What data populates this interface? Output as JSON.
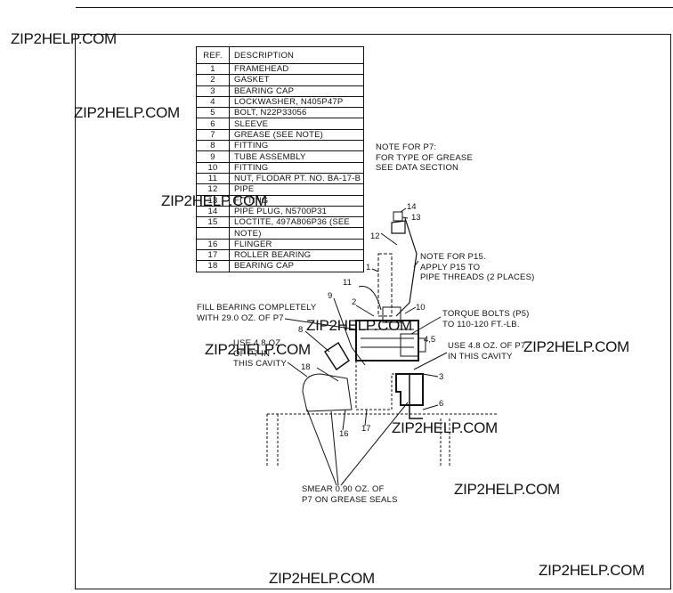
{
  "table": {
    "header": {
      "ref": "REF.",
      "desc": "DESCRIPTION"
    },
    "rows": [
      {
        "ref": "1",
        "desc": "FRAMEHEAD"
      },
      {
        "ref": "2",
        "desc": "GASKET"
      },
      {
        "ref": "3",
        "desc": "BEARING CAP"
      },
      {
        "ref": "4",
        "desc": "LOCKWASHER, N405P47P"
      },
      {
        "ref": "5",
        "desc": "BOLT, N22P33056"
      },
      {
        "ref": "6",
        "desc": "SLEEVE"
      },
      {
        "ref": "7",
        "desc": "GREASE (SEE NOTE)"
      },
      {
        "ref": "8",
        "desc": "FITTING"
      },
      {
        "ref": "9",
        "desc": "TUBE ASSEMBLY"
      },
      {
        "ref": "10",
        "desc": "FITTING"
      },
      {
        "ref": "11",
        "desc": "NUT, FLODAR PT. NO. BA-17-B"
      },
      {
        "ref": "12",
        "desc": "PIPE"
      },
      {
        "ref": "13",
        "desc": "FITTING"
      },
      {
        "ref": "14",
        "desc": "PIPE PLUG, N5700P31"
      },
      {
        "ref": "15",
        "desc": "LOCTITE, 497A806P36 (SEE"
      },
      {
        "ref": "",
        "desc": "NOTE)"
      },
      {
        "ref": "16",
        "desc": "FLINGER"
      },
      {
        "ref": "17",
        "desc": "ROLLER BEARING"
      },
      {
        "ref": "18",
        "desc": "BEARING CAP"
      }
    ]
  },
  "notes": {
    "p7": [
      "NOTE FOR P7:",
      "FOR TYPE OF GREASE",
      "SEE DATA SECTION"
    ],
    "p15": [
      "NOTE FOR P15.",
      "APPLY P15 TO",
      "PIPE THREADS (2 PLACES)"
    ],
    "fill_bearing": [
      "FILL BEARING COMPLETELY",
      "WITH 29.0 OZ. OF P7"
    ],
    "torque": [
      "TORQUE BOLTS (P5)",
      "TO 110-120 FT.-LB."
    ],
    "cavity_left": [
      "USE 4.8 OZ.",
      "OF P7 IN",
      "THIS CAVITY"
    ],
    "cavity_right": [
      "USE 4.8 OZ. OF P7",
      "IN THIS CAVITY"
    ],
    "smear": [
      "SMEAR 0.90 OZ. OF",
      "P7 ON GREASE SEALS"
    ]
  },
  "callouts": {
    "c1": "1",
    "c2": "2",
    "c3": "3",
    "c45": "4,5",
    "c6": "6",
    "c8": "8",
    "c9": "9",
    "c10": "10",
    "c11": "11",
    "c12": "12",
    "c13": "13",
    "c14": "14",
    "c16": "16",
    "c17": "17",
    "c18": "18"
  },
  "watermark": "ZIP2HELP.COM"
}
